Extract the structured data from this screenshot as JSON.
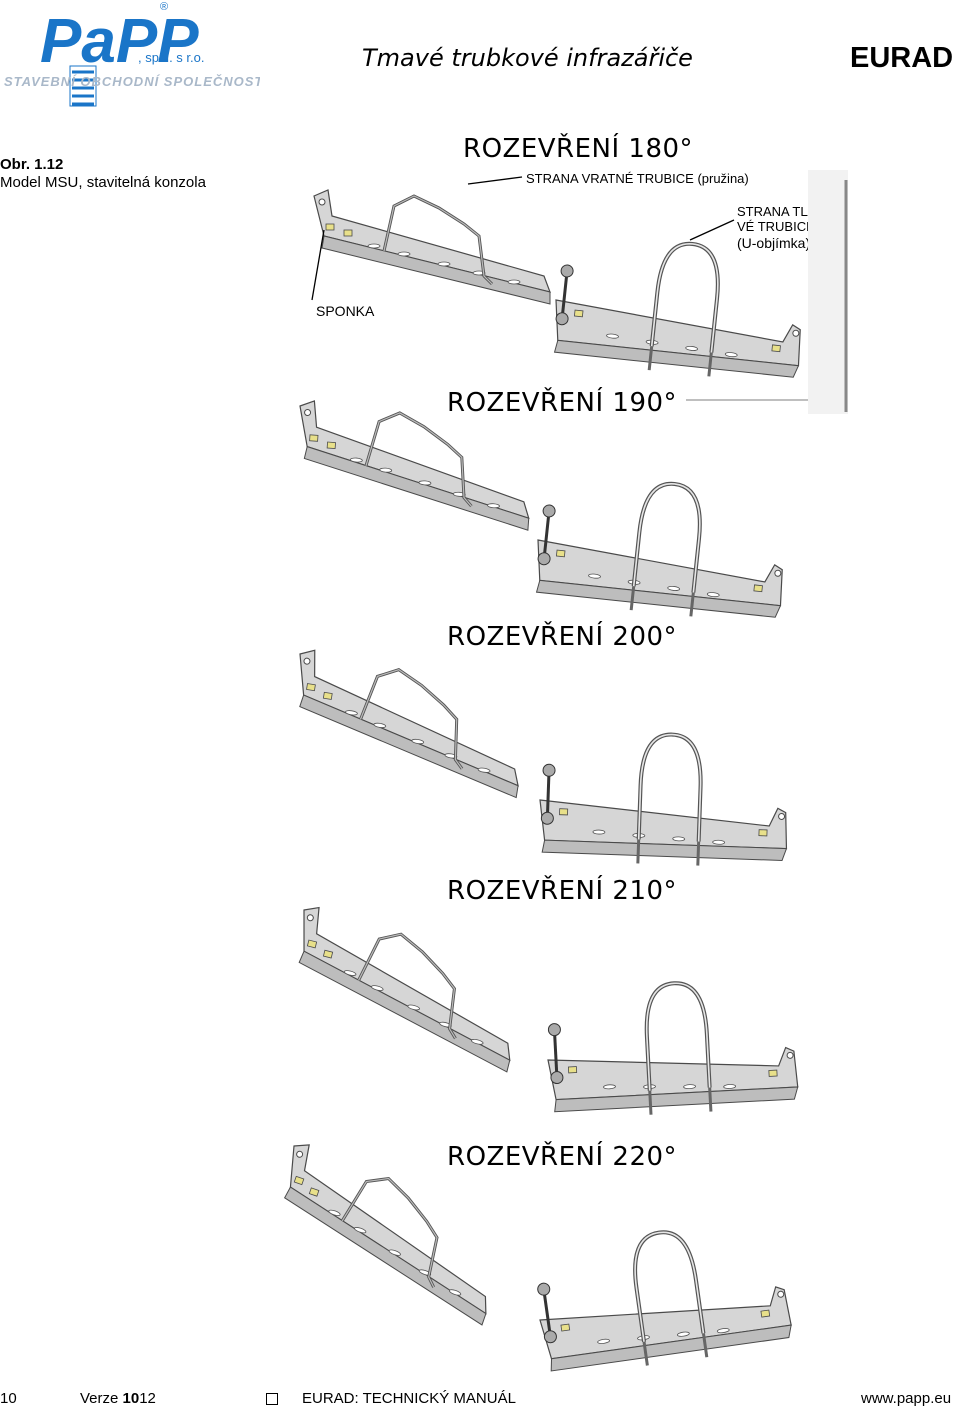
{
  "header": {
    "logo_text": "PaPP",
    "logo_suffix": ", spol. s r.o.",
    "logo_tagline": "STAVEBNÍ OBCHODNÍ SPOLEČNOST",
    "title": "Tmavé trubkové infrazářiče",
    "product": "EURAD"
  },
  "figure": {
    "number": "Obr. 1.12",
    "caption": "Model MSU, stavitelná konzola"
  },
  "variants": [
    {
      "heading": "ROZEVŘENÍ 180°"
    },
    {
      "heading": "ROZEVŘENÍ 190°"
    },
    {
      "heading": "ROZEVŘENÍ 200°"
    },
    {
      "heading": "ROZEVŘENÍ 210°"
    },
    {
      "heading": "ROZEVŘENÍ 220°"
    }
  ],
  "callouts": {
    "return_tube": "STRANA VRATNÉ TRUBICE (pružina)",
    "pressure_tube_line1": "STRANA TLAKO-",
    "pressure_tube_line2": "VÉ TRUBICE",
    "pressure_tube_line3": "(U-objímka)",
    "clip": "SPONKA"
  },
  "colors": {
    "logo_blue": "#1a75c8",
    "bracket_fill": "#d9d9d9",
    "bracket_stroke": "#555555",
    "bolt_yellow": "#e8e08a"
  },
  "footer": {
    "page": "10",
    "version_prefix": "Verze ",
    "version_bold": "10",
    "version_suffix": "12",
    "manual": "EURAD: TECHNICKÝ MANUÁL",
    "website": "www.papp.eu"
  }
}
